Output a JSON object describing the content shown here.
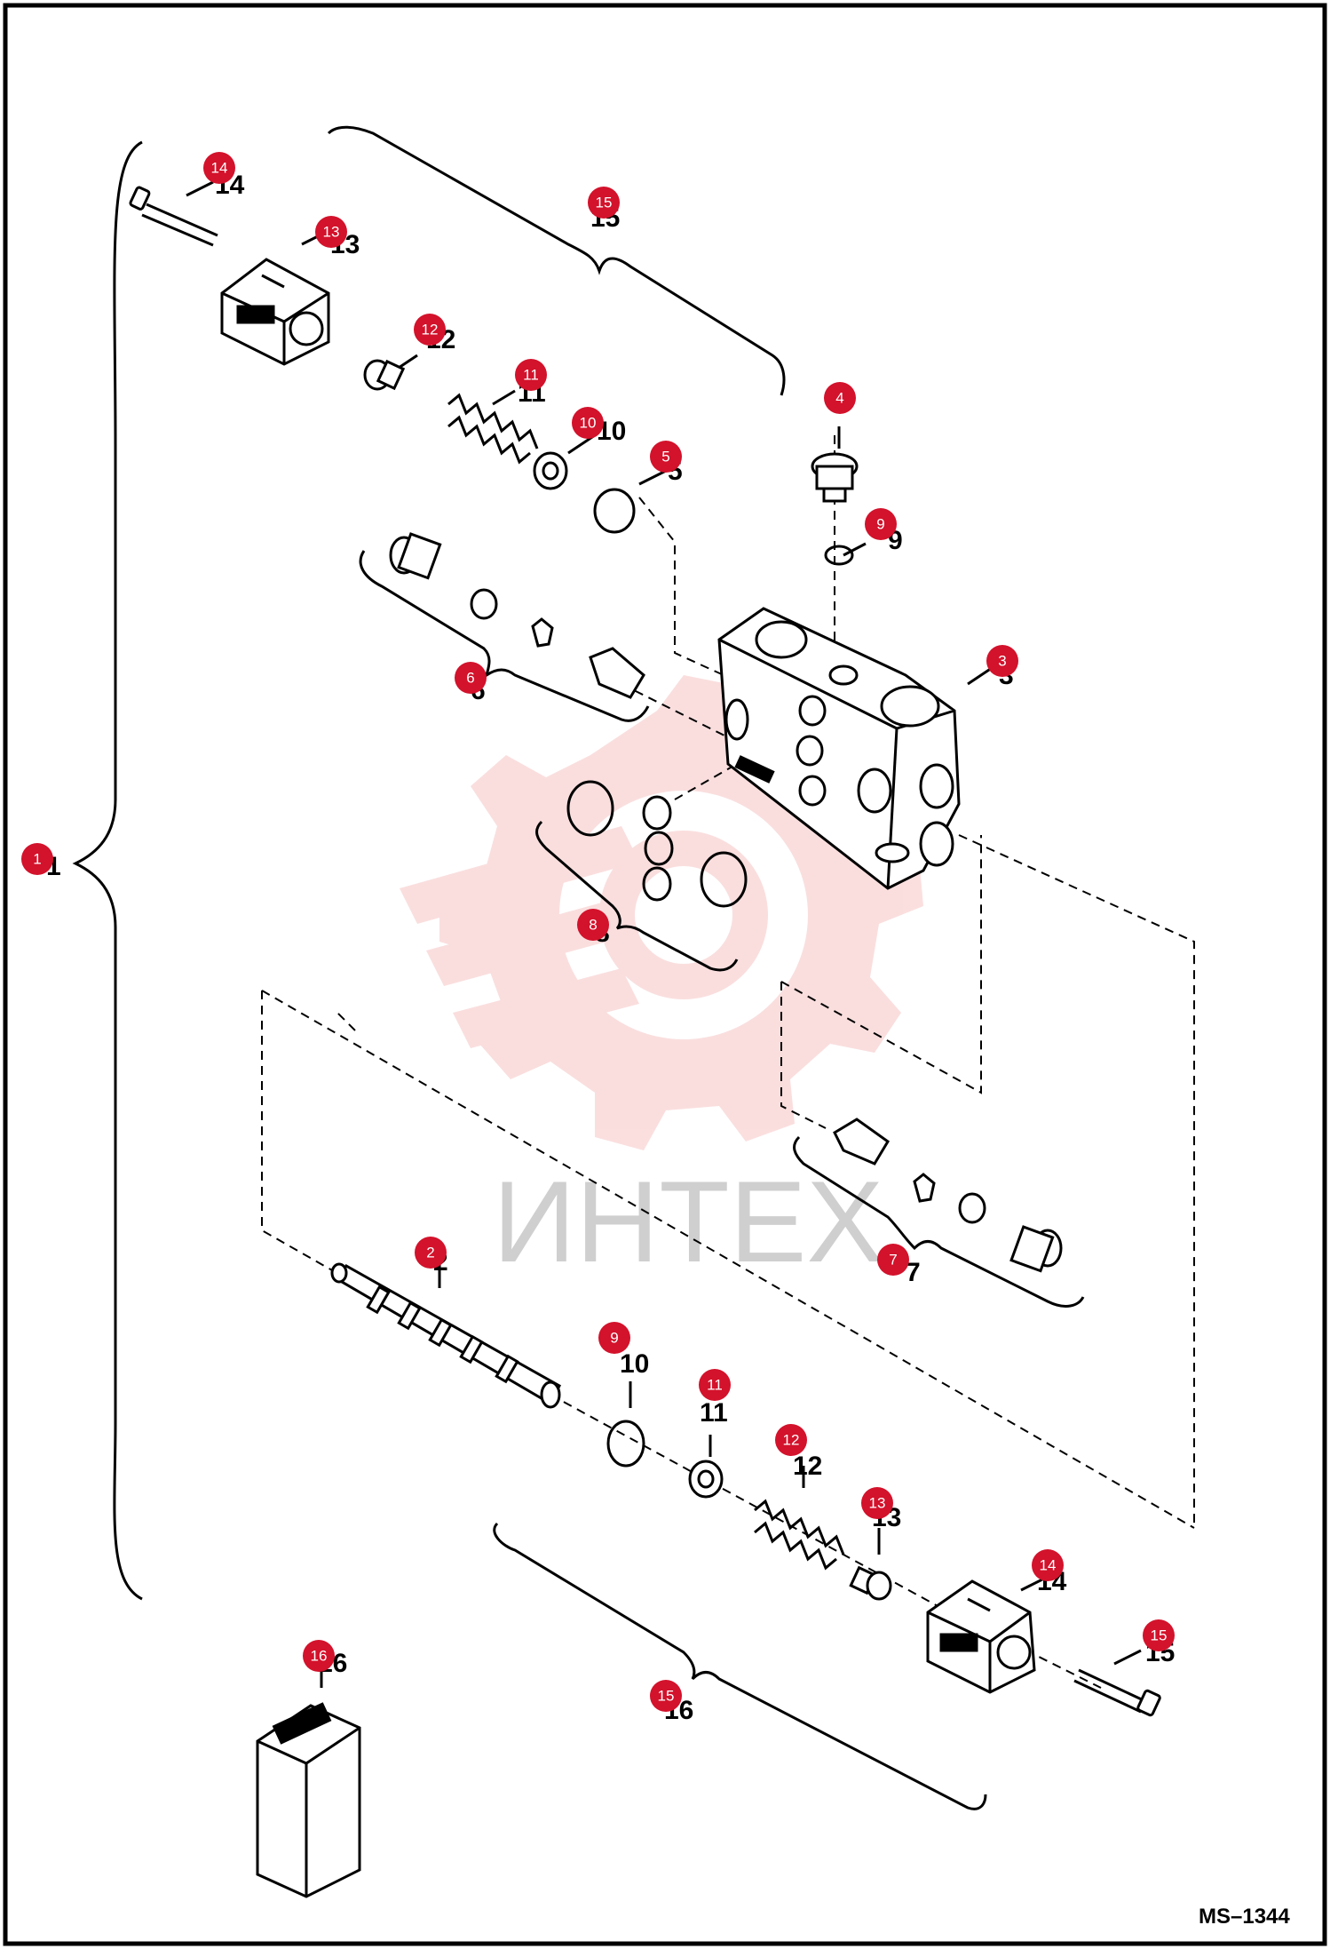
{
  "drawing_code": "MS–1344",
  "watermark_text": "ИНТЕХ",
  "colors": {
    "callout": "#d3122b",
    "line": "#000000",
    "watermark": "#f4b6b6"
  },
  "parts": [
    {
      "id": "1",
      "label": "1"
    },
    {
      "id": "2",
      "label": "2"
    },
    {
      "id": "3",
      "label": "3"
    },
    {
      "id": "4",
      "label": "4"
    },
    {
      "id": "5",
      "label": "5"
    },
    {
      "id": "6",
      "label": "6"
    },
    {
      "id": "7",
      "label": "7"
    },
    {
      "id": "8",
      "label": "8"
    },
    {
      "id": "9a",
      "label": "9"
    },
    {
      "id": "9b",
      "label": "9"
    },
    {
      "id": "10a",
      "label": "10"
    },
    {
      "id": "10b",
      "label": "10"
    },
    {
      "id": "11a",
      "label": "11"
    },
    {
      "id": "11b",
      "label": "11"
    },
    {
      "id": "12a",
      "label": "12"
    },
    {
      "id": "12b",
      "label": "12"
    },
    {
      "id": "13a",
      "label": "13"
    },
    {
      "id": "13b",
      "label": "13"
    },
    {
      "id": "14a",
      "label": "14"
    },
    {
      "id": "14b",
      "label": "14"
    },
    {
      "id": "15a",
      "label": "15"
    },
    {
      "id": "15b",
      "label": "15"
    },
    {
      "id": "16",
      "label": "16"
    }
  ]
}
